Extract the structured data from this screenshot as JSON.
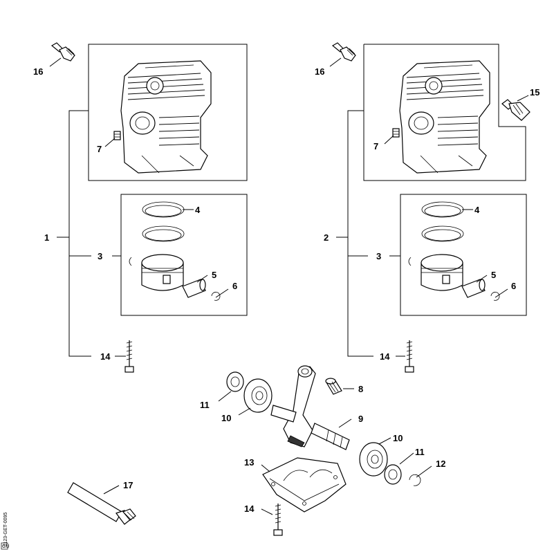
{
  "callouts": {
    "n1": "1",
    "n2": "2",
    "n3a": "3",
    "n3b": "3",
    "n4a": "4",
    "n4b": "4",
    "n5a": "5",
    "n5b": "5",
    "n6a": "6",
    "n6b": "6",
    "n7a": "7",
    "n7b": "7",
    "n8": "8",
    "n9": "9",
    "n10a": "10",
    "n10b": "10",
    "n11a": "11",
    "n11b": "11",
    "n12": "12",
    "n13": "13",
    "n14a": "14",
    "n14b": "14",
    "n14c": "14",
    "n15": "15",
    "n16a": "16",
    "n16b": "16",
    "n17": "17"
  },
  "side_label": "1123-GET-0095",
  "corner_mark": "GU"
}
